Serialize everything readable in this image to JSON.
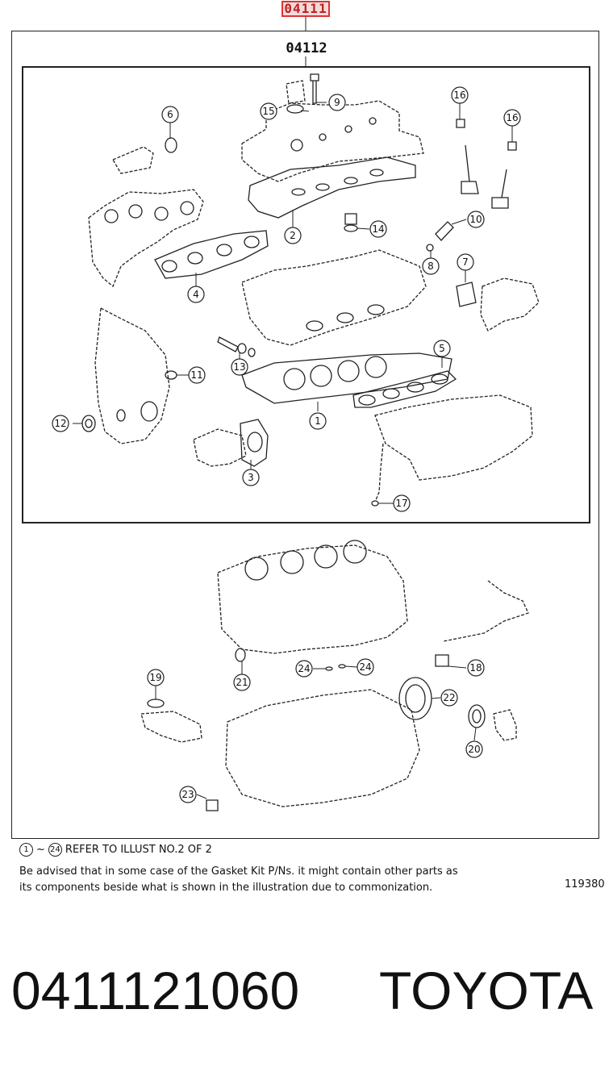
{
  "diagram": {
    "highlight_label": "04111",
    "subassembly_label": "04112",
    "callouts": [
      "1",
      "2",
      "3",
      "4",
      "5",
      "6",
      "7",
      "8",
      "9",
      "10",
      "11",
      "12",
      "13",
      "14",
      "15",
      "16",
      "16",
      "17",
      "18",
      "19",
      "20",
      "21",
      "22",
      "23",
      "24",
      "24"
    ],
    "refer_note": {
      "first": "1",
      "tilde": "~",
      "last": "24",
      "text": "REFER TO ILLUST NO.2 OF 2"
    },
    "advice_line1": "Be advised that in some case of the Gasket Kit P/Ns.  it might contain other parts as",
    "advice_line2": "its components beside what is shown in the illustration due to commonization.",
    "diagram_id": "119380"
  },
  "footer": {
    "part_number": "0411121060",
    "brand": "TOYOTA"
  }
}
